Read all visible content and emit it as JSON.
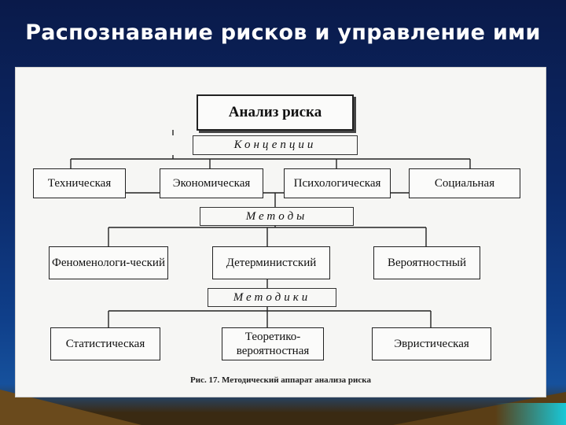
{
  "slide": {
    "title": "Распознавание рисков и управление ими"
  },
  "diagram": {
    "root": "Анализ риска",
    "levels": [
      {
        "label": "Концепции",
        "items": [
          "Техническая",
          "Экономическая",
          "Психологическая",
          "Социальная"
        ]
      },
      {
        "label": "Методы",
        "items": [
          "Феноменологи-ческий",
          "Детерминистский",
          "Вероятностный"
        ]
      },
      {
        "label": "Методики",
        "items": [
          "Статистическая",
          "Теоретико-вероятностная",
          "Эвристическая"
        ]
      }
    ],
    "caption": "Рис. 17. Методический аппарат анализа риска"
  }
}
